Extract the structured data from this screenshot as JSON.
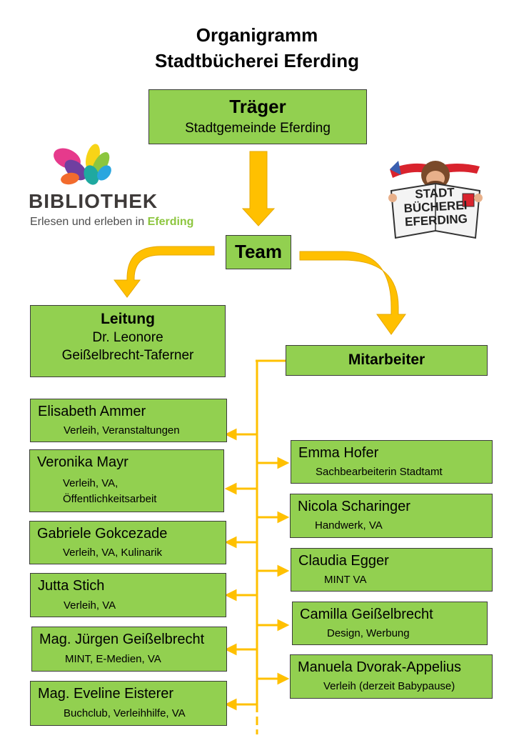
{
  "title": {
    "line1": "Organigramm",
    "line2": "Stadtbücherei Eferding"
  },
  "traeger": {
    "label": "Träger",
    "sub": "Stadtgemeinde Eferding"
  },
  "team": {
    "label": "Team"
  },
  "leitung": {
    "label": "Leitung",
    "line1": "Dr. Leonore",
    "line2": "Geißelbrecht-Taferner"
  },
  "mitarbeiter": {
    "label": "Mitarbeiter"
  },
  "logo_bibliothek": {
    "name": "BIBLIOTHEK",
    "tagline_main": "Erlesen und erleben in",
    "tagline_accent": "Eferding",
    "accent_color": "#8dc63f"
  },
  "logo_stadtbuecherei": {
    "line1": "STADT",
    "line2": "BÜCHEREI",
    "line3": "EFERDING"
  },
  "left_people": [
    {
      "name": "Elisabeth Ammer",
      "roles": [
        "Verleih, Veranstaltungen"
      ]
    },
    {
      "name": "Veronika Mayr",
      "roles": [
        "Verleih, VA,",
        "Öffentlichkeitsarbeit"
      ]
    },
    {
      "name": "Gabriele Gokcezade",
      "roles": [
        "Verleih, VA, Kulinarik"
      ]
    },
    {
      "name": "Jutta Stich",
      "roles": [
        "Verleih, VA"
      ]
    },
    {
      "name": "Mag. Jürgen Geißelbrecht",
      "roles": [
        "MINT, E-Medien, VA"
      ]
    },
    {
      "name": "Mag. Eveline Eisterer",
      "roles": [
        "Buchclub, Verleihhilfe, VA"
      ]
    }
  ],
  "right_people": [
    {
      "name": "Emma Hofer",
      "roles": [
        "Sachbearbeiterin Stadtamt"
      ]
    },
    {
      "name": "Nicola Scharinger",
      "roles": [
        "Handwerk, VA"
      ]
    },
    {
      "name": "Claudia Egger",
      "roles": [
        "MINT VA"
      ]
    },
    {
      "name": "Camilla Geißelbrecht",
      "roles": [
        "Design, Werbung"
      ]
    },
    {
      "name": "Manuela Dvorak-Appelius",
      "roles": [
        "Verleih (derzeit Babypause)"
      ]
    }
  ],
  "colors": {
    "box_green": "#92d050",
    "connector_gold": "#ffc000"
  }
}
